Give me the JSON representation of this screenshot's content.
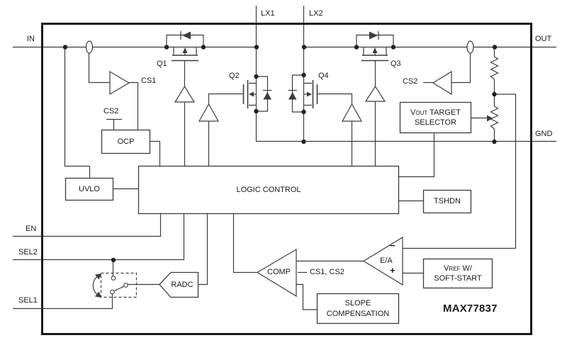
{
  "diagram": {
    "part_number": "MAX77837",
    "colors": {
      "line": "#3d3d3d",
      "border": "#1a1a1a",
      "text": "#1a1a1a",
      "background": "#ffffff"
    },
    "pins": {
      "in": "IN",
      "out": "OUT",
      "gnd": "GND",
      "en": "EN",
      "sel1": "SEL1",
      "sel2": "SEL2",
      "lx1": "LX1",
      "lx2": "LX2"
    },
    "transistors": {
      "q1": "Q1",
      "q2": "Q2",
      "q3": "Q3",
      "q4": "Q4"
    },
    "signals": {
      "cs1": "CS1",
      "cs2": "CS2",
      "comp_inputs": "CS1, CS2"
    },
    "amplifiers": {
      "comp": "COMP",
      "error_amp": "E/A",
      "minus": "−",
      "plus": "+"
    },
    "blocks": {
      "ocp": "OCP",
      "uvlo": "UVLO",
      "logic_control": "LOGIC CONTROL",
      "tshdn": "TSHDN",
      "radc": "RADC",
      "vout_target": {
        "v": "V",
        "sub": "OUT",
        "rest": " TARGET",
        "line2": "SELECTOR"
      },
      "vref": {
        "v": "V",
        "sub": "REF",
        "rest": " W/",
        "line2": "SOFT-START"
      },
      "slope": {
        "line1": "SLOPE",
        "line2": "COMPENSATION"
      }
    }
  }
}
